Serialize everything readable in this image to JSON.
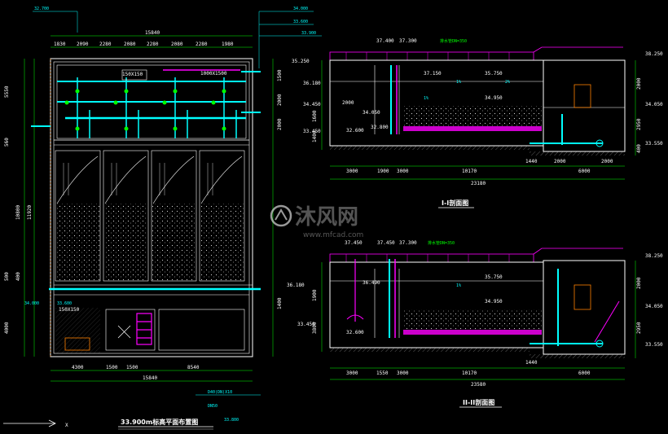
{
  "colors": {
    "background": "#000000",
    "wall": "#ffffff",
    "dimension": "#00ff00",
    "pipe_cyan": "#00ffff",
    "pipe_magenta": "#ff00ff",
    "text": "#ffffff",
    "accent_red": "#ff0000",
    "accent_orange": "#ff8000"
  },
  "plan_view": {
    "title": "33.900m标高平面布置图",
    "top_elevation": "32.700",
    "overall_width_top": "15840",
    "overall_width_bottom": "15840",
    "top_dims": [
      "1830",
      "2090",
      "2280",
      "2080",
      "2280",
      "2080",
      "2280",
      "1980"
    ],
    "bottom_dims": [
      "4300",
      "1500",
      "1500",
      "8540"
    ],
    "left_dims": [
      "5550",
      "560",
      "10800",
      "11920",
      "500",
      "400",
      "4000"
    ],
    "right_dims": [
      "1500",
      "2000",
      "2000",
      "1400"
    ],
    "top_notes": [
      "34.000",
      "33.600",
      "33.900"
    ],
    "labels": [
      "1000X1500",
      "150X150",
      "150X150",
      "34.000",
      "33.600"
    ],
    "bottom_notes": [
      "D40(DN)X10",
      "DN50",
      "33.800"
    ]
  },
  "section_1": {
    "title": "I-I剖面图",
    "elevations": [
      "37.400",
      "37.300",
      "37.150",
      "36.180",
      "34.450",
      "34.050",
      "33.450",
      "32.800",
      "32.600",
      "35.750",
      "34.950",
      "38.250",
      "34.050",
      "33.550",
      "35.250"
    ],
    "dims_bottom": [
      "3000",
      "1900",
      "3000",
      "10170",
      "1440",
      "2000",
      "2000",
      "6000",
      "23180"
    ],
    "left_dims": [
      "2000",
      "1600",
      "1400"
    ],
    "right_dims": [
      "2000",
      "2950",
      "400"
    ],
    "labels": [
      "排水管DN=350",
      "1%",
      "1%",
      "2%"
    ]
  },
  "section_2": {
    "title": "II-II剖面图",
    "elevations": [
      "37.450",
      "37.450",
      "37.300",
      "36.180",
      "34.950",
      "33.450",
      "32.600",
      "38.250",
      "35.750",
      "34.050",
      "33.550",
      "36.490"
    ],
    "dims_bottom": [
      "3000",
      "1550",
      "3000",
      "10170",
      "1440",
      "6000",
      "23580"
    ],
    "left_dims": [
      "1900",
      "3800"
    ],
    "right_dims": [
      "2000",
      "2950"
    ],
    "labels": [
      "排水管DN=350",
      "1%"
    ]
  },
  "watermark": {
    "brand": "沐风网",
    "url": "www.mfcad.com"
  },
  "ucs_axis": "X"
}
